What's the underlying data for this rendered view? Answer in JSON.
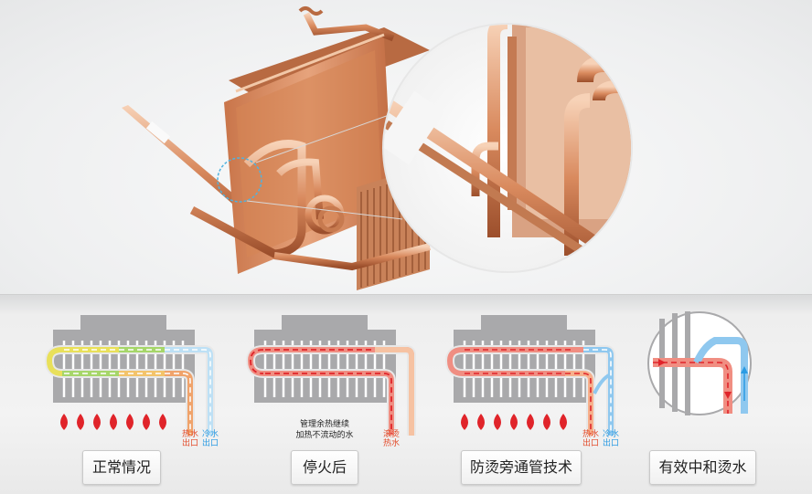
{
  "panels": [
    {
      "caption": "正常情况",
      "labels": {
        "hot": "热水\n出口",
        "cold": "冷水\n出口"
      }
    },
    {
      "caption": "停火后",
      "note": "管理余热继续\n加热不流动的水",
      "labels": {
        "hot": "滚烫\n热水"
      }
    },
    {
      "caption": "防烫旁通管技术",
      "labels": {
        "hot": "热水\n出口",
        "cold": "冷水\n出口"
      }
    },
    {
      "caption": "有效中和烫水"
    }
  ],
  "colors": {
    "hot": "#e34b2a",
    "cold": "#3ea3e8",
    "copper": "#d98a5e",
    "fin": "#a9a9ab",
    "flame": "#e0242a"
  }
}
